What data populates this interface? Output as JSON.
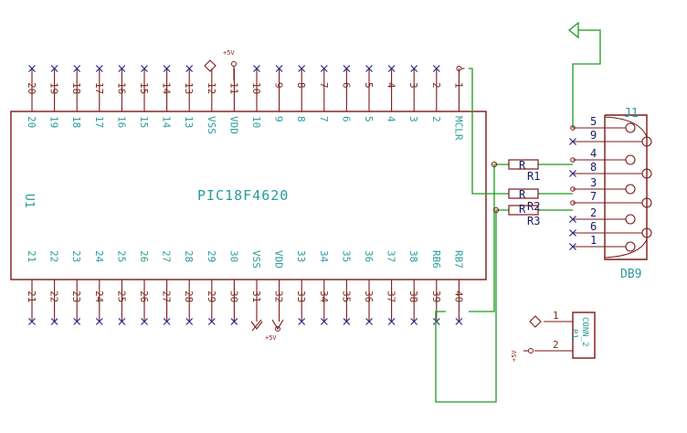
{
  "u1": {
    "ref": "U1",
    "value": "PIC18F4620",
    "top_pins": [
      {
        "num": "20",
        "name": "20"
      },
      {
        "num": "19",
        "name": "19"
      },
      {
        "num": "18",
        "name": "18"
      },
      {
        "num": "17",
        "name": "17"
      },
      {
        "num": "16",
        "name": "16"
      },
      {
        "num": "15",
        "name": "15"
      },
      {
        "num": "14",
        "name": "14"
      },
      {
        "num": "13",
        "name": "13"
      },
      {
        "num": "12",
        "name": "VSS"
      },
      {
        "num": "11",
        "name": "VDD"
      },
      {
        "num": "10",
        "name": "10"
      },
      {
        "num": "9",
        "name": "9"
      },
      {
        "num": "8",
        "name": "8"
      },
      {
        "num": "7",
        "name": "7"
      },
      {
        "num": "6",
        "name": "6"
      },
      {
        "num": "5",
        "name": "5"
      },
      {
        "num": "4",
        "name": "4"
      },
      {
        "num": "3",
        "name": "3"
      },
      {
        "num": "2",
        "name": "2"
      },
      {
        "num": "1",
        "name": "MCLR"
      }
    ],
    "bottom_pins": [
      {
        "num": "21",
        "name": "21"
      },
      {
        "num": "22",
        "name": "22"
      },
      {
        "num": "23",
        "name": "23"
      },
      {
        "num": "24",
        "name": "24"
      },
      {
        "num": "25",
        "name": "25"
      },
      {
        "num": "26",
        "name": "26"
      },
      {
        "num": "27",
        "name": "27"
      },
      {
        "num": "28",
        "name": "28"
      },
      {
        "num": "29",
        "name": "29"
      },
      {
        "num": "30",
        "name": "30"
      },
      {
        "num": "31",
        "name": "VSS"
      },
      {
        "num": "32",
        "name": "VDD"
      },
      {
        "num": "33",
        "name": "33"
      },
      {
        "num": "34",
        "name": "34"
      },
      {
        "num": "35",
        "name": "35"
      },
      {
        "num": "36",
        "name": "36"
      },
      {
        "num": "37",
        "name": "37"
      },
      {
        "num": "38",
        "name": "38"
      },
      {
        "num": "39",
        "name": "RB6"
      },
      {
        "num": "40",
        "name": "RB7"
      }
    ]
  },
  "power": {
    "vdd_label": "+5V"
  },
  "resistors": [
    {
      "ref": "R1",
      "value": "R"
    },
    {
      "ref": "R2",
      "value": "R"
    },
    {
      "ref": "R3",
      "value": "R"
    }
  ],
  "j1": {
    "ref": "J1",
    "value": "DB9",
    "pins": [
      "5",
      "9",
      "4",
      "8",
      "3",
      "7",
      "2",
      "6",
      "1"
    ]
  },
  "p1": {
    "ref": "P1",
    "value": "CONN_2",
    "pins": [
      "1",
      "2"
    ]
  }
}
